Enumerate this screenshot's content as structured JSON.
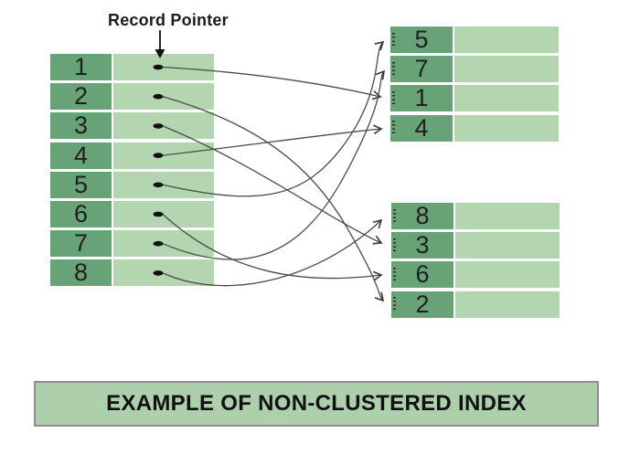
{
  "record_pointer_label": "Record Pointer",
  "banner": {
    "text": "EXAMPLE OF NON-CLUSTERED INDEX"
  },
  "colors": {
    "dark_green": "#68a377",
    "light_green": "#b3d5af",
    "banner_bg": "#aecfab",
    "banner_border": "#8f8f8f",
    "line": "#4a4a4a",
    "text": "#1c1c1c"
  },
  "index_table": {
    "rows": [
      "1",
      "2",
      "3",
      "4",
      "5",
      "6",
      "7",
      "8"
    ]
  },
  "data_table_top": {
    "rows": [
      "5",
      "7",
      "1",
      "4"
    ]
  },
  "data_table_bottom": {
    "rows": [
      "8",
      "3",
      "6",
      "2"
    ]
  },
  "mappings": [
    {
      "from": "1",
      "to": "1"
    },
    {
      "from": "2",
      "to": "2"
    },
    {
      "from": "3",
      "to": "3"
    },
    {
      "from": "4",
      "to": "4"
    },
    {
      "from": "5",
      "to": "5"
    },
    {
      "from": "6",
      "to": "6"
    },
    {
      "from": "7",
      "to": "7"
    },
    {
      "from": "8",
      "to": "8"
    }
  ]
}
